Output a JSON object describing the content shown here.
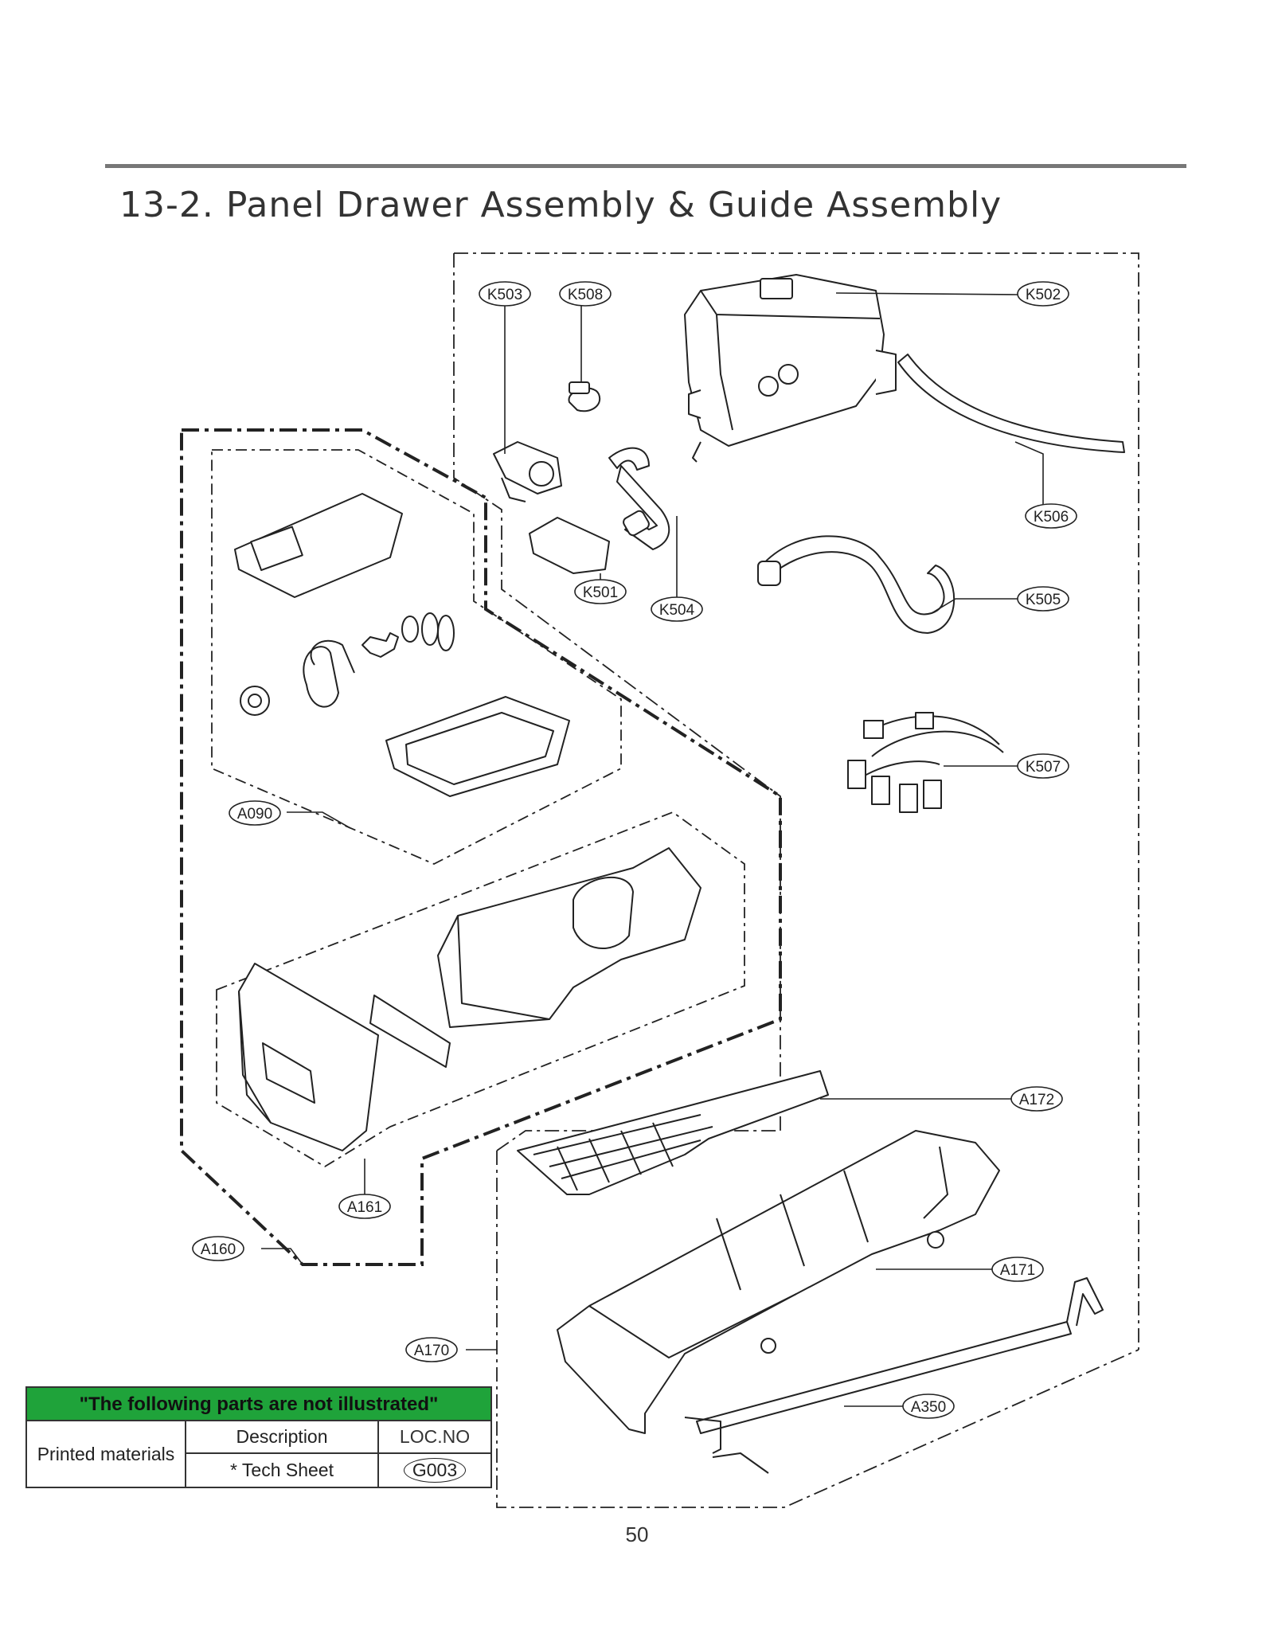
{
  "page": {
    "title": "13-2. Panel Drawer Assembly & Guide Assembly",
    "page_number": "50"
  },
  "callouts": {
    "K503": "K503",
    "K508": "K508",
    "K502": "K502",
    "K506": "K506",
    "K501": "K501",
    "K504": "K504",
    "K505": "K505",
    "K507": "K507",
    "A090": "A090",
    "A172": "A172",
    "A161": "A161",
    "A160": "A160",
    "A171": "A171",
    "A170": "A170",
    "A350": "A350"
  },
  "not_illustrated": {
    "header": "\"The following parts are not illustrated\"",
    "category": "Printed materials",
    "col_description": "Description",
    "col_loc": "LOC.NO",
    "rows": [
      {
        "description": "* Tech Sheet",
        "loc": "G003"
      }
    ]
  },
  "colors": {
    "table_header_bg": "#1fa33a",
    "line": "#222222",
    "rule": "#777777"
  }
}
